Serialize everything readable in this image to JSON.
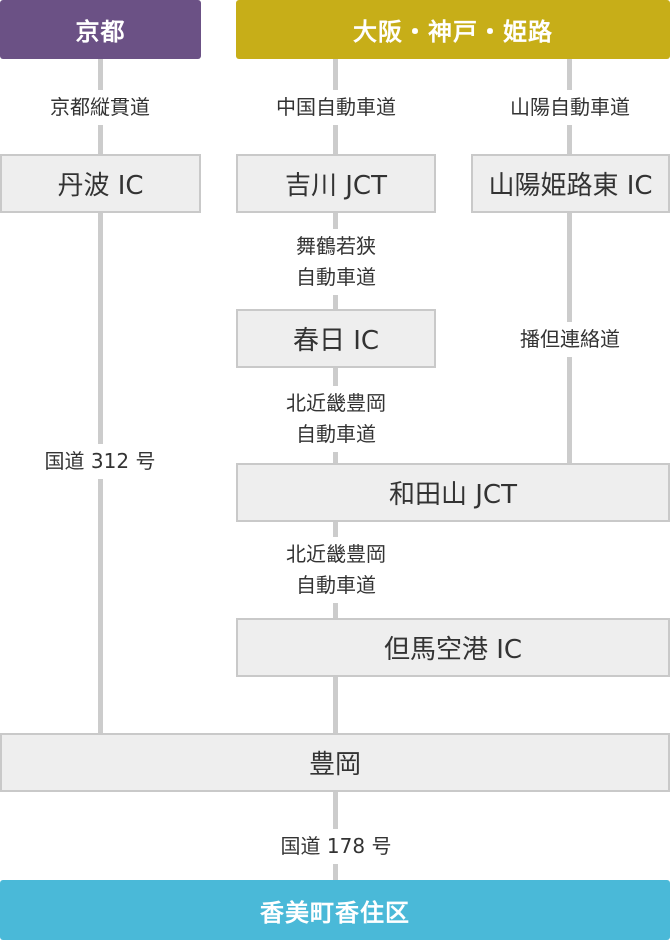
{
  "colors": {
    "kyoto_header": "#6b5185",
    "osaka_header": "#c7ae18",
    "destination": "#4ab9d8",
    "connector": "#cccccc",
    "box_fill": "#eeeeee"
  },
  "headers": {
    "kyoto": "京都",
    "osaka": "大阪・神戸・姫路"
  },
  "roads": {
    "kyoto_jukan": "京都縦貫道",
    "chugoku": "中国自動車道",
    "sanyo": "山陽自動車道",
    "maizuru": "舞鶴若狭\n自動車道",
    "bantan": "播但連絡道",
    "kitakinki_1": "北近畿豊岡\n自動車道",
    "kokudo_312": "国道 312 号",
    "kitakinki_2": "北近畿豊岡\n自動車道",
    "kokudo_178": "国道 178 号"
  },
  "nodes": {
    "tamba_ic": "丹波 IC",
    "yokawa_jct": "吉川 JCT",
    "sanyo_himeji_higashi_ic": "山陽姫路東 IC",
    "kasuga_ic": "春日 IC",
    "wadayama_jct": "和田山 JCT",
    "tajima_airport_ic": "但馬空港 IC",
    "toyooka": "豊岡"
  },
  "destination": "香美町香住区"
}
